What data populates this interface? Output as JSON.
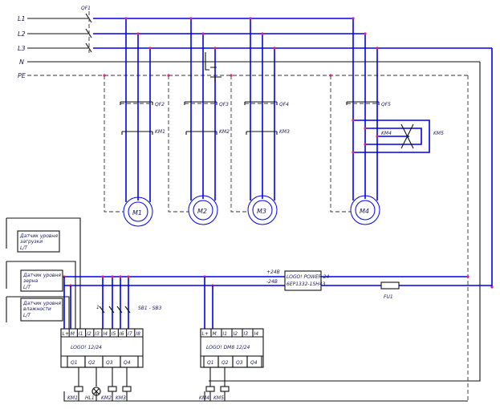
{
  "buses": [
    "L1",
    "L2",
    "L3",
    "N",
    "PE"
  ],
  "breakers": {
    "main": "QF1",
    "m1": "QF2",
    "m2": "QF3",
    "m3": "QF4",
    "m4": "QF5"
  },
  "contactors": {
    "m1": "KM1",
    "m2": "KM2",
    "m3": "KM3",
    "m4a": "KM4",
    "m4b": "KM5"
  },
  "motors": [
    "M1",
    "M2",
    "M3",
    "M4"
  ],
  "sensors": [
    {
      "line1": "Датчик уровня",
      "line2": "загрузки",
      "line3": "L/T"
    },
    {
      "line1": "Датчик уровня",
      "line2": "зерна",
      "line3": "L/T"
    },
    {
      "line1": "Датчик уровня",
      "line2": "влажности",
      "line3": "L/T"
    }
  ],
  "power": {
    "plus": "+24В",
    "minus": "-24В",
    "supply_line1": "LOGO! POWER 24",
    "supply_line2": "6EP1332-1SH43",
    "fuse": "FU1"
  },
  "switches": {
    "label": "SB1 - SB3",
    "left_mark": "1"
  },
  "logo_main": {
    "title": "LOGO! 12/24",
    "inputs": [
      "L+",
      "M",
      "I1",
      "I2",
      "I3",
      "I4",
      "I5",
      "I6",
      "I7",
      "I8"
    ],
    "outputs": [
      "Q1",
      "Q2",
      "Q3",
      "Q4"
    ]
  },
  "logo_dm": {
    "title": "LOGO! DM8 12/24",
    "inputs": [
      "L+",
      "M",
      "I1",
      "I2",
      "I3",
      "I4"
    ],
    "outputs": [
      "Q1",
      "Q2",
      "Q3",
      "Q4"
    ]
  },
  "loads_main": [
    "KM1",
    "HL1",
    "KM2",
    "KM3"
  ],
  "loads_dm": [
    "KM4",
    "KM5"
  ]
}
